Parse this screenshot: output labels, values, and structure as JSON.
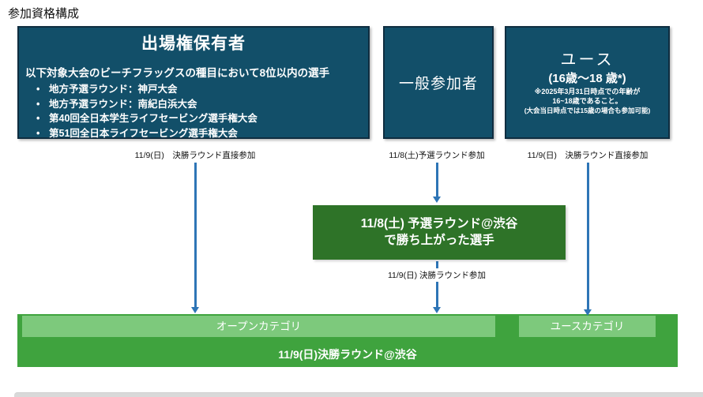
{
  "page": {
    "title": "参加資格構成"
  },
  "colors": {
    "source_box_teal": "#124f69",
    "source_box_border": "#0f2d40",
    "arrow_blue": "#2e75b6",
    "prelim_box_green": "#2e7328",
    "finals_green": "#3fa33e",
    "category_light_green": "#7dc97c"
  },
  "boxes": {
    "holders": {
      "title": "出場権保有者",
      "subtitle": "以下対象大会のビーチフラッグスの種目において8位以内の選手",
      "bullets": [
        "地方予選ラウンド：神戸大会",
        "地方予選ラウンド：南紀白浜大会",
        "第40回全日本学生ライフセービング選手権大会",
        "第51回全日本ライフセービング選手権大会"
      ],
      "flow_label": "11/9(日)　決勝ラウンド直接参加"
    },
    "general": {
      "title": "一般参加者",
      "flow_label": "11/8(土)予選ラウンド参加"
    },
    "youth": {
      "title": "ユース",
      "age_range": "(16歳～18 歳*)",
      "notes": [
        "※2025年3月31日時点での年齢が",
        "16~18歳であること。",
        "(大会当日時点では15歳の場合も参加可能)"
      ],
      "flow_label": "11/9(日)　決勝ラウンド直接参加"
    }
  },
  "prelim_winners": {
    "line1": "11/8(土) 予選ラウンド@渋谷",
    "line2": "で勝ち上がった選手",
    "flow_label": "11/9(日) 決勝ラウンド参加"
  },
  "finals": {
    "open_category": "オープンカテゴリ",
    "youth_category": "ユースカテゴリ",
    "label": "11/9(日)決勝ラウンド@渋谷"
  }
}
